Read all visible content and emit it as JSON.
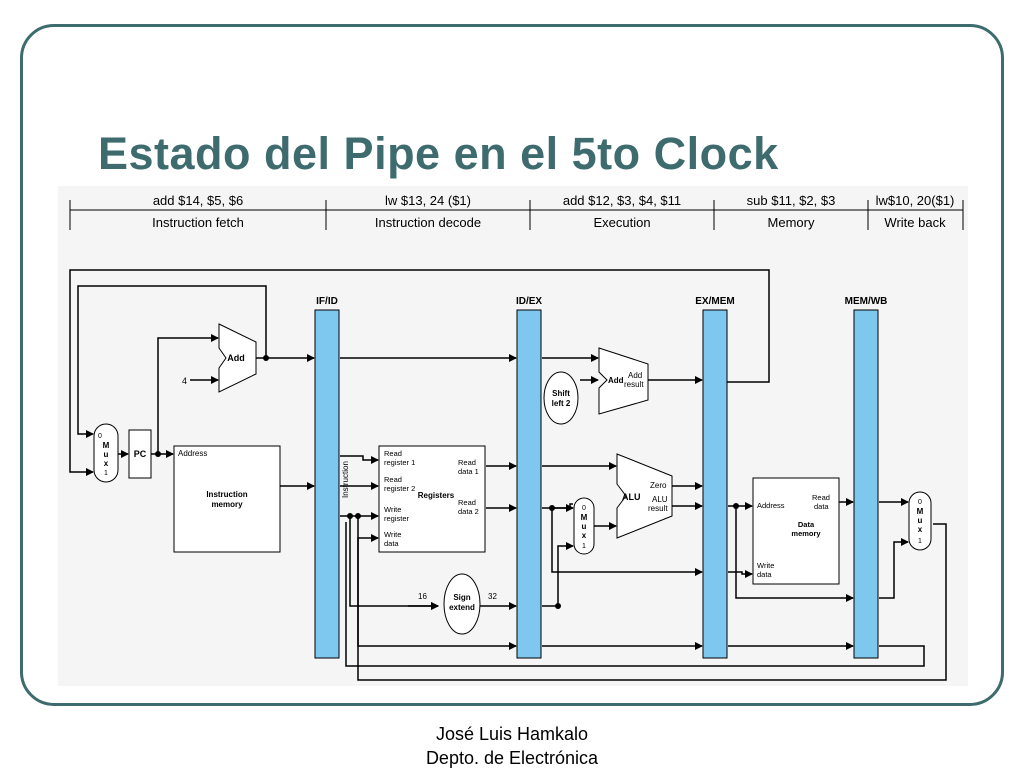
{
  "slide": {
    "title": "Estado del Pipe en el 5to Clock",
    "footer": [
      "José Luis Hamkalo",
      "Depto. de Electrónica"
    ]
  },
  "stages": [
    {
      "instr": "add $14, $5, $6",
      "name": "Instruction fetch"
    },
    {
      "instr": "lw $13, 24 ($1)",
      "name": "Instruction decode"
    },
    {
      "instr": "add $12, $3, $4, $11",
      "name": "Execution"
    },
    {
      "instr": "sub $11, $2, $3",
      "name": "Memory"
    },
    {
      "instr": "lw$10, 20($1)",
      "name": "Write back"
    }
  ],
  "registers": [
    "IF/ID",
    "ID/EX",
    "EX/MEM",
    "MEM/WB"
  ],
  "labels": {
    "add": "Add",
    "const4": "4",
    "pc": "PC",
    "mux_0": "0",
    "mux_m": "M",
    "mux_u": "u",
    "mux_x": "x",
    "mux_1": "1",
    "address": "Address",
    "instr_mem_1": "Instruction",
    "instr_mem_2": "memory",
    "instruction": "Instruction",
    "read_reg1_a": "Read",
    "read_reg1_b": "register 1",
    "read_reg2_a": "Read",
    "read_reg2_b": "register 2",
    "write_reg_a": "Write",
    "write_reg_b": "register",
    "write_data_a": "Write",
    "write_data_b": "data",
    "read_data1_a": "Read",
    "read_data1_b": "data 1",
    "read_data2_a": "Read",
    "read_data2_b": "data 2",
    "registers": "Registers",
    "shift_a": "Shift",
    "shift_b": "left 2",
    "add_result_add": "Add",
    "add_result_a": "Add",
    "add_result_b": "result",
    "alu": "ALU",
    "zero": "Zero",
    "alu_result_a": "ALU",
    "alu_result_b": "result",
    "data_address": "Address",
    "data_read_a": "Read",
    "data_read_b": "data",
    "data_mem_a": "Data",
    "data_mem_b": "memory",
    "data_write_a": "Write",
    "data_write_b": "data",
    "sign_a": "Sign",
    "sign_b": "extend",
    "width16": "16",
    "width32": "32"
  },
  "colors": {
    "frame": "#3e6b6e",
    "title": "#3e6b6e",
    "pipeline_register": "#7ec8f0"
  }
}
